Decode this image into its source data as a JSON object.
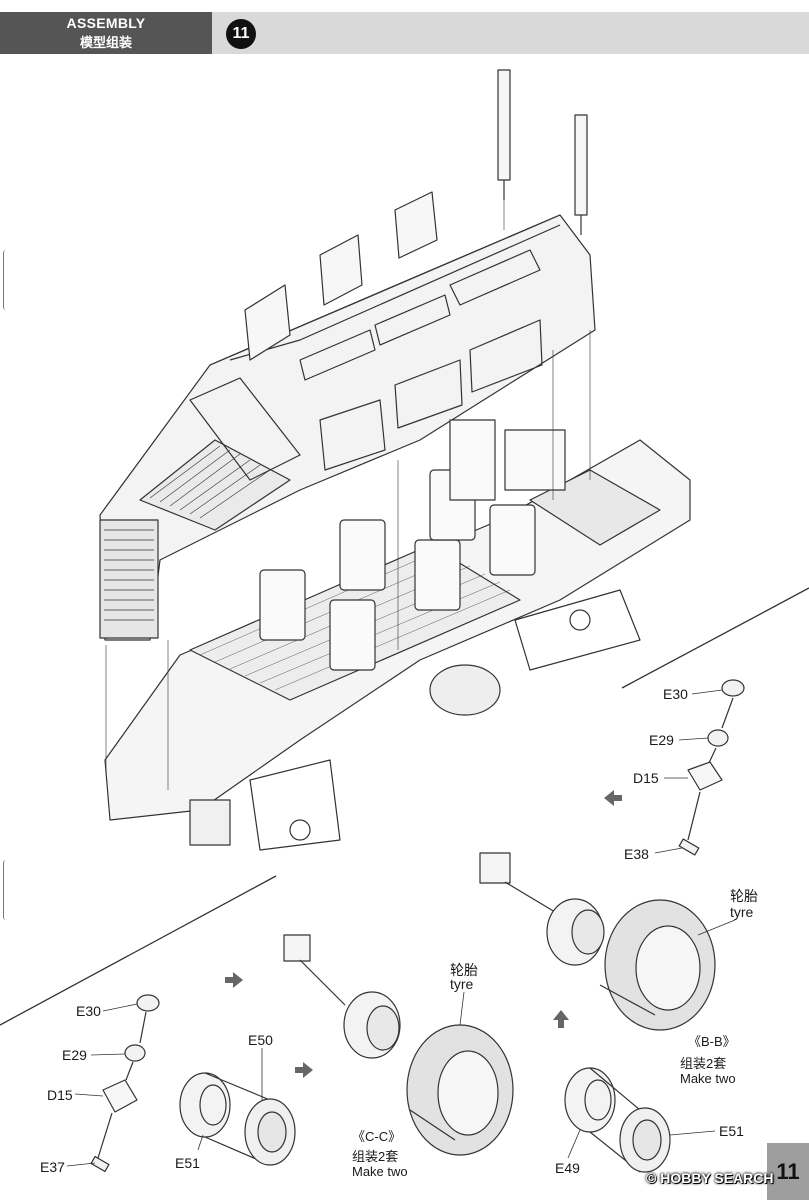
{
  "header": {
    "section_title": "ASSEMBLY",
    "section_subtitle": "模型组装",
    "step_number": "11"
  },
  "page_number": "11",
  "watermark": "© HOBBY SEARCH",
  "callouts": {
    "e30_right": "E30",
    "e29_right": "E29",
    "d15_right": "D15",
    "e38": "E38",
    "e30_left": "E30",
    "e29_left": "E29",
    "d15_left": "D15",
    "e37": "E37",
    "e50": "E50",
    "e51_left": "E51",
    "e51_right": "E51",
    "e49": "E49"
  },
  "tyre_labels": {
    "tyre_cn_1": "轮胎",
    "tyre_en_1": "tyre",
    "tyre_cn_2": "轮胎",
    "tyre_en_2": "tyre"
  },
  "subassemblies": {
    "bb_title": "《B-B》",
    "bb_cn": "组装2套",
    "bb_en": "Make two",
    "cc_title": "《C-C》",
    "cc_cn": "组装2套",
    "cc_en": "Make two"
  },
  "colors": {
    "header_band": "#d9d9d9",
    "header_badge": "#555555",
    "step_circle": "#111111",
    "page_tab": "#9e9e9e",
    "line_art": "#333333"
  },
  "icons": [
    "arrow-icon",
    "arrow-up-icon"
  ]
}
